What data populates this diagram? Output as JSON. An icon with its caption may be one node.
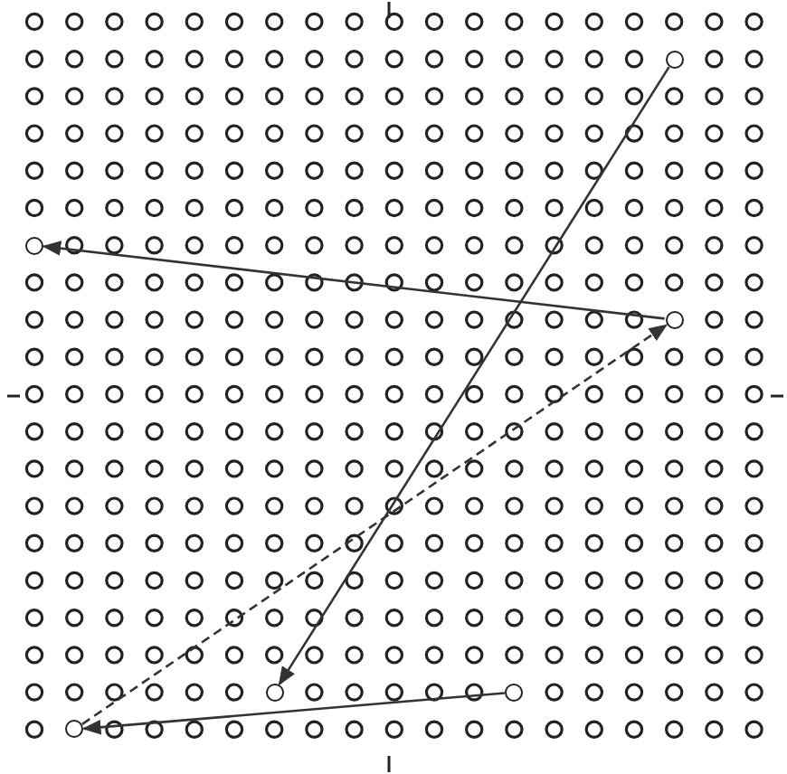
{
  "diagram": {
    "nodes": [
      {
        "text": [],
        "shape": "circle"
      },
      {
        "text": [],
        "shape": "circle"
      },
      {
        "text": [],
        "shape": "circle"
      },
      {
        "text": [],
        "shape": "circle"
      },
      {
        "text": [],
        "shape": "circle"
      },
      {
        "text": [],
        "shape": "circle"
      }
    ],
    "edges": [
      {
        "from": 0,
        "to": 3,
        "arrow": "to"
      },
      {
        "from": 2,
        "to": 1,
        "arrow": "to"
      },
      {
        "from": 4,
        "to": 5,
        "arrow": "to"
      },
      {
        "from": 5,
        "to": 2,
        "arrow": "to",
        "style": "dashed"
      }
    ]
  }
}
